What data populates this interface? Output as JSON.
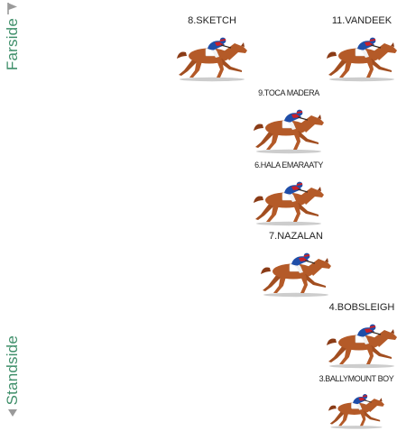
{
  "labels": {
    "farside": "Farside",
    "standside": "Standside"
  },
  "colors": {
    "side_label": "#3f8f6a",
    "flag": "#9a9a9a",
    "horse": "#b45a28",
    "silk_blue": "#1f4ea8",
    "silk_red": "#c8202a"
  },
  "runners": [
    {
      "label": "8.SKETCH"
    },
    {
      "label": "11.VANDEEK"
    },
    {
      "label": "9.TOCA MADERA"
    },
    {
      "label": "6.HALA EMARAATY"
    },
    {
      "label": "7.NAZALAN"
    },
    {
      "label": "4.BOBSLEIGH"
    },
    {
      "label": "3.BALLYMOUNT BOY"
    }
  ]
}
